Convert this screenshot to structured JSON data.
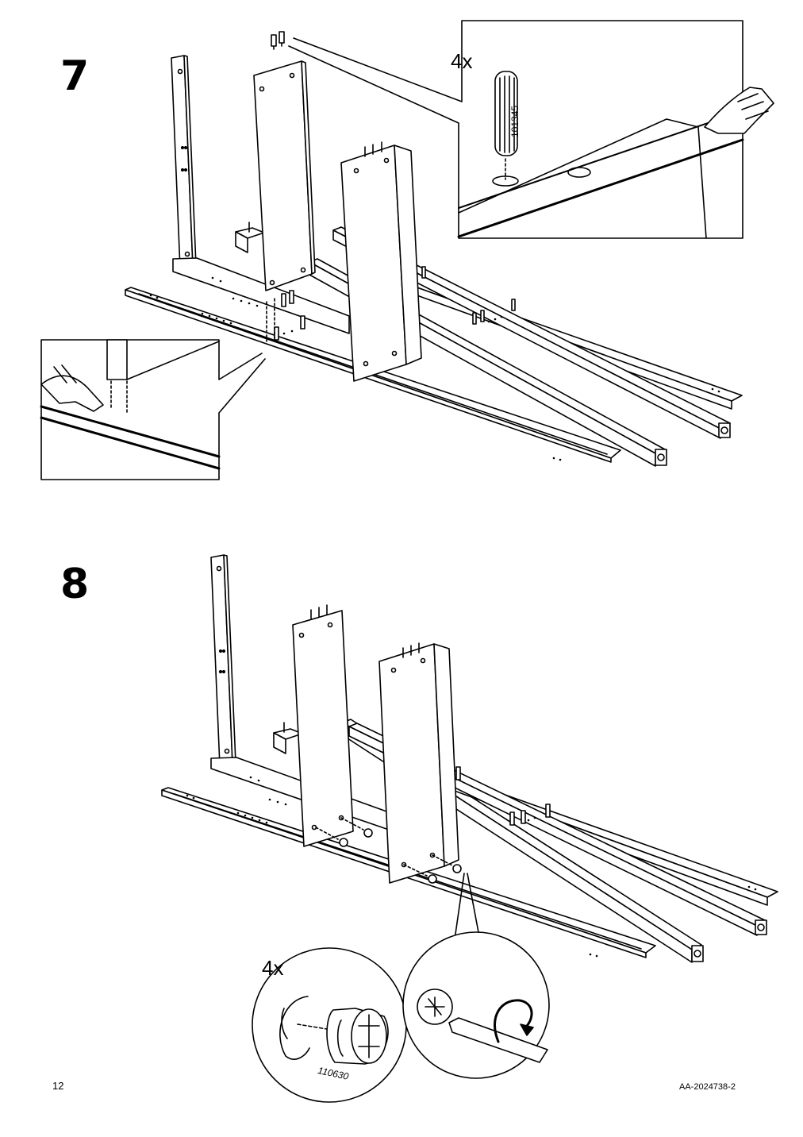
{
  "page": {
    "number": "12",
    "doc_id": "AA-2024738-2"
  },
  "steps": [
    {
      "number": "7",
      "quantity": "4x",
      "part_id": "101345",
      "part_icon": "wooden-dowel-icon"
    },
    {
      "number": "8",
      "quantity": "4x",
      "part_id": "110630",
      "part_icon": "cam-lock-icon"
    }
  ]
}
